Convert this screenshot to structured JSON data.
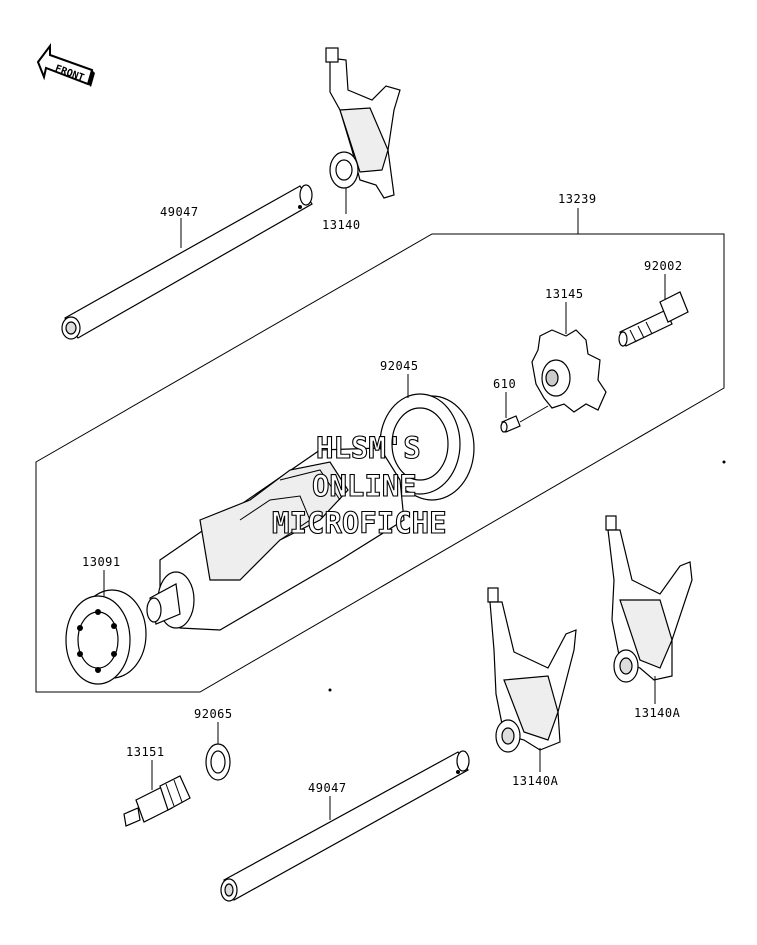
{
  "front_label": "FRONT",
  "watermark": [
    "HLSM'S",
    "ONLINE",
    "MICROFICHE"
  ],
  "parts": [
    {
      "id": "fork_top",
      "number": "13140"
    },
    {
      "id": "shaft_top",
      "number": "49047"
    },
    {
      "id": "assembly",
      "number": "13239"
    },
    {
      "id": "bolt",
      "number": "92002"
    },
    {
      "id": "star",
      "number": "13145"
    },
    {
      "id": "pin",
      "number": "610"
    },
    {
      "id": "bearing_right",
      "number": "92045"
    },
    {
      "id": "bearing_left",
      "number": "13091"
    },
    {
      "id": "fork_right",
      "number": "13140A"
    },
    {
      "id": "fork_mid",
      "number": "13140A"
    },
    {
      "id": "washer",
      "number": "92065"
    },
    {
      "id": "switch",
      "number": "13151"
    },
    {
      "id": "shaft_bottom",
      "number": "49047"
    }
  ]
}
